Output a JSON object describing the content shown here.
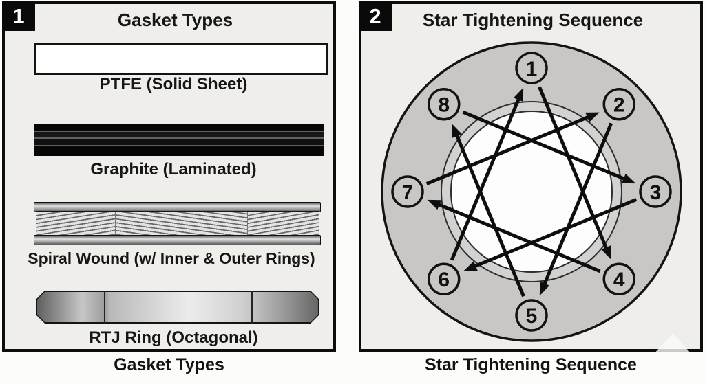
{
  "panel1": {
    "badge": "1",
    "title": "Gasket Types",
    "caption": "Gasket Types",
    "gaskets": [
      {
        "name": "ptfe",
        "label": "PTFE (Solid Sheet)"
      },
      {
        "name": "graphite",
        "label": "Graphite (Laminated)"
      },
      {
        "name": "spiral",
        "label": "Spiral Wound (w/ Inner & Outer Rings)"
      },
      {
        "name": "rtj",
        "label": "RTJ Ring (Octagonal)"
      }
    ]
  },
  "panel2": {
    "badge": "2",
    "title": "Star Tightening Sequence",
    "caption": "Star Tightening Sequence",
    "bolts": [
      "1",
      "2",
      "3",
      "4",
      "5",
      "6",
      "7",
      "8"
    ],
    "sequence_arrows": [
      [
        1,
        4
      ],
      [
        4,
        7
      ],
      [
        7,
        2
      ],
      [
        2,
        5
      ],
      [
        5,
        8
      ],
      [
        8,
        3
      ],
      [
        3,
        6
      ],
      [
        6,
        1
      ]
    ]
  },
  "colors": {
    "panel_bg": "#efeeeb",
    "panel_border": "#0d0d0d",
    "flange_gray": "#c8c7c5",
    "ring_band": "#d3d2d0",
    "bore_white": "#fdfdfd",
    "ink": "#141414"
  }
}
